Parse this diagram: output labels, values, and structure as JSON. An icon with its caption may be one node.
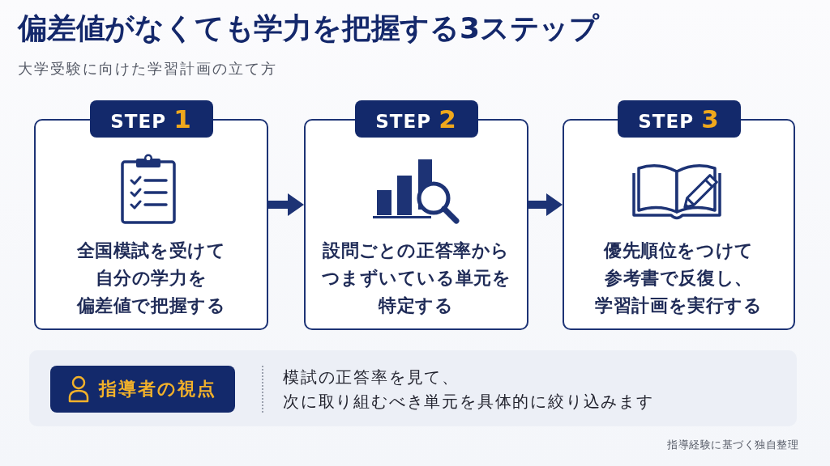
{
  "diagram": {
    "title": "偏差値がなくても学力を把握する3ステップ",
    "nodes": [
      {
        "text": [
          "STEP 1",
          "全国模試を受けて自分の学力を偏差値で把握する"
        ]
      },
      {
        "text": [
          "STEP 2",
          "設問ごとの正答率からつまずいている単元を特定する"
        ]
      },
      {
        "text": [
          "STEP 3",
          "優先順位をつけて参考書で反復し、学習計画を実行する"
        ]
      },
      {
        "text": [
          "模試の正答率を見て、次に取り組むべき単元を具体的に絞り込みます"
        ]
      },
      {
        "text": [
          "指導者の視点"
        ],
        "in": 3
      }
    ],
    "edges": [
      {
        "from": 0,
        "to": 1,
        "arrow": "to"
      },
      {
        "from": 1,
        "to": 2,
        "arrow": "to"
      }
    ],
    "labels": [
      "大学受験に向けた学習計画の立て方",
      "指導経験に基づく独自整理"
    ]
  }
}
